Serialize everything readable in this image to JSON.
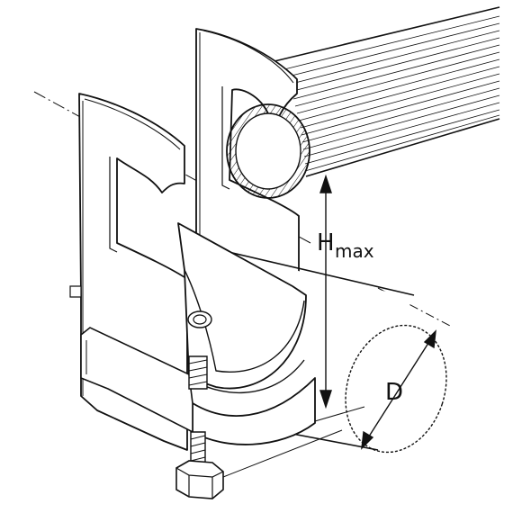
{
  "labels": {
    "h_main": "H",
    "h_sub": "max",
    "d": "D"
  },
  "colors": {
    "stroke": "#111111",
    "background": "#ffffff"
  }
}
